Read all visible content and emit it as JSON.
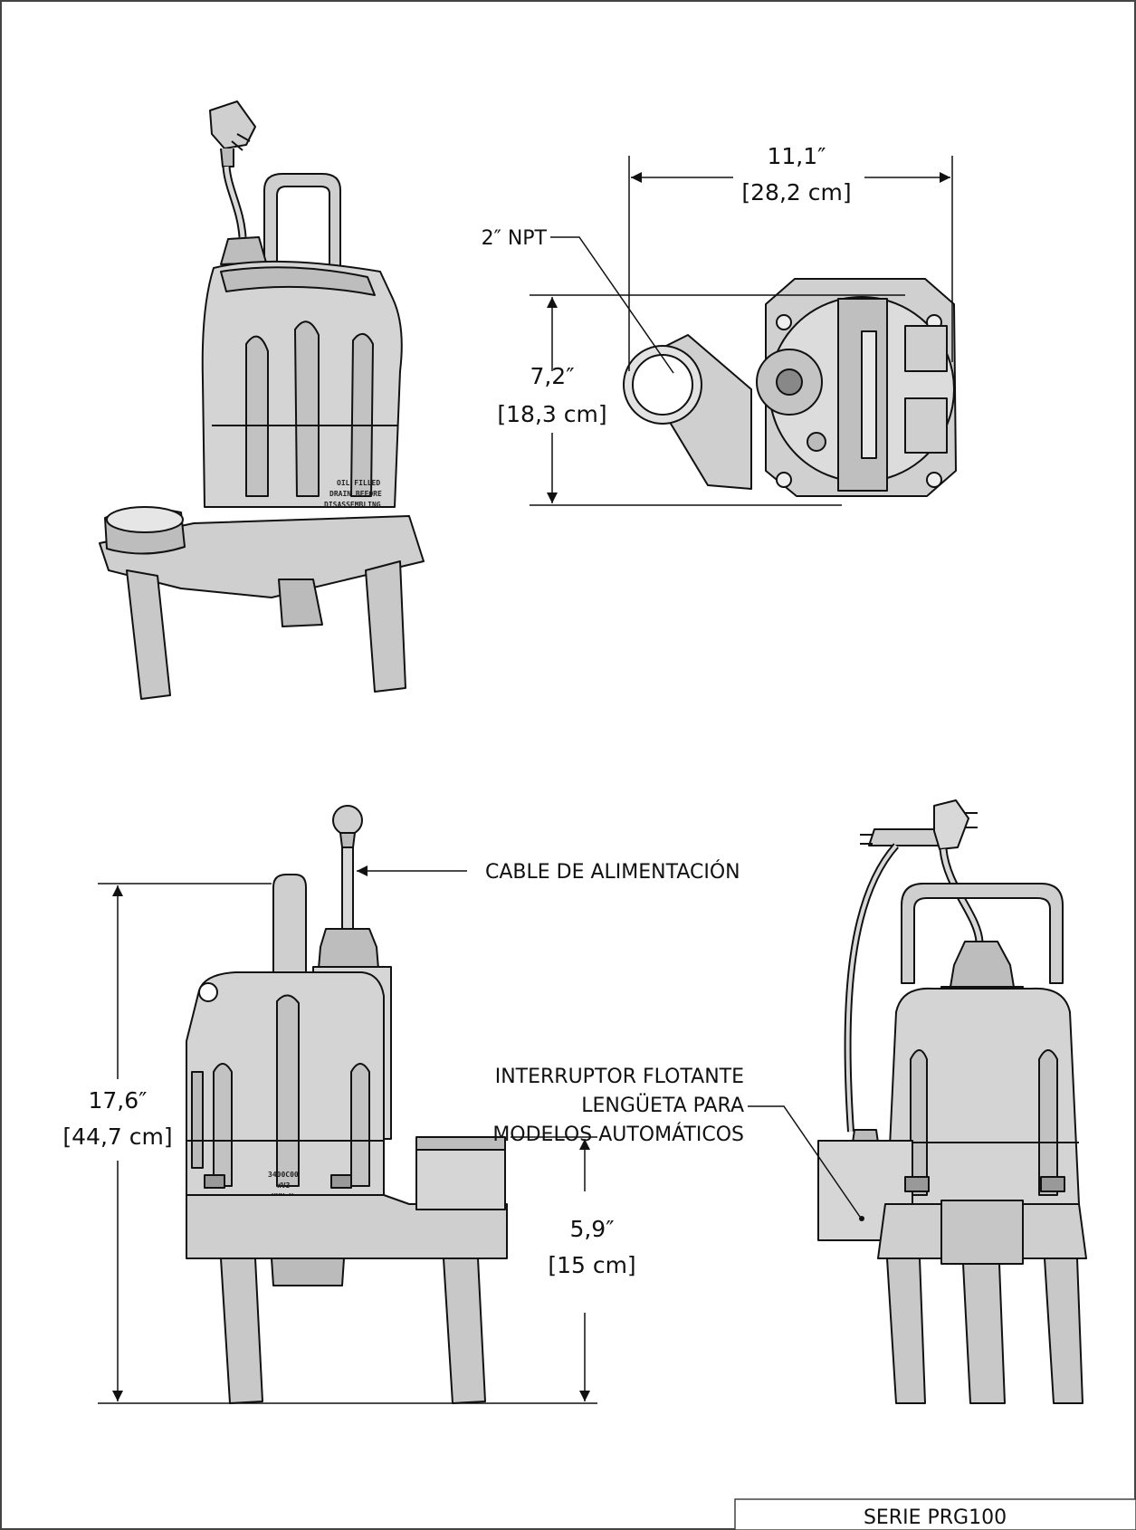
{
  "dims": {
    "width_in": "11,1″",
    "width_cm": "[28,2 cm]",
    "depth_in": "7,2″",
    "depth_cm": "[18,3 cm]",
    "height_in": "17,6″",
    "height_cm": "[44,7 cm]",
    "inlet_in": "5,9″",
    "inlet_cm": "[15 cm]"
  },
  "callouts": {
    "discharge": "2″ NPT",
    "power_cord": "CABLE DE ALIMENTACIÓN",
    "float_line1": "INTERRUPTOR FLOTANTE",
    "float_line2": "LENGÜETA PARA",
    "float_line3": "MODELOS AUTOMÁTICOS"
  },
  "pump_markings": {
    "warning_line1": "OIL FILLED",
    "warning_line2": "DRAIN BEFORE",
    "warning_line3": "DISASSEMBLING",
    "plate_line1": "3400C00",
    "plate_line2": "WV3",
    "plate_line3": "XXX X"
  },
  "title_block": {
    "series": "SERIE PRG100"
  },
  "colors": {
    "ink": "#111111",
    "body_fill": "#d4d4d4",
    "shadow_fill": "#bdbdbd",
    "dark_fill": "#8a8a8a",
    "paper": "#ffffff"
  }
}
